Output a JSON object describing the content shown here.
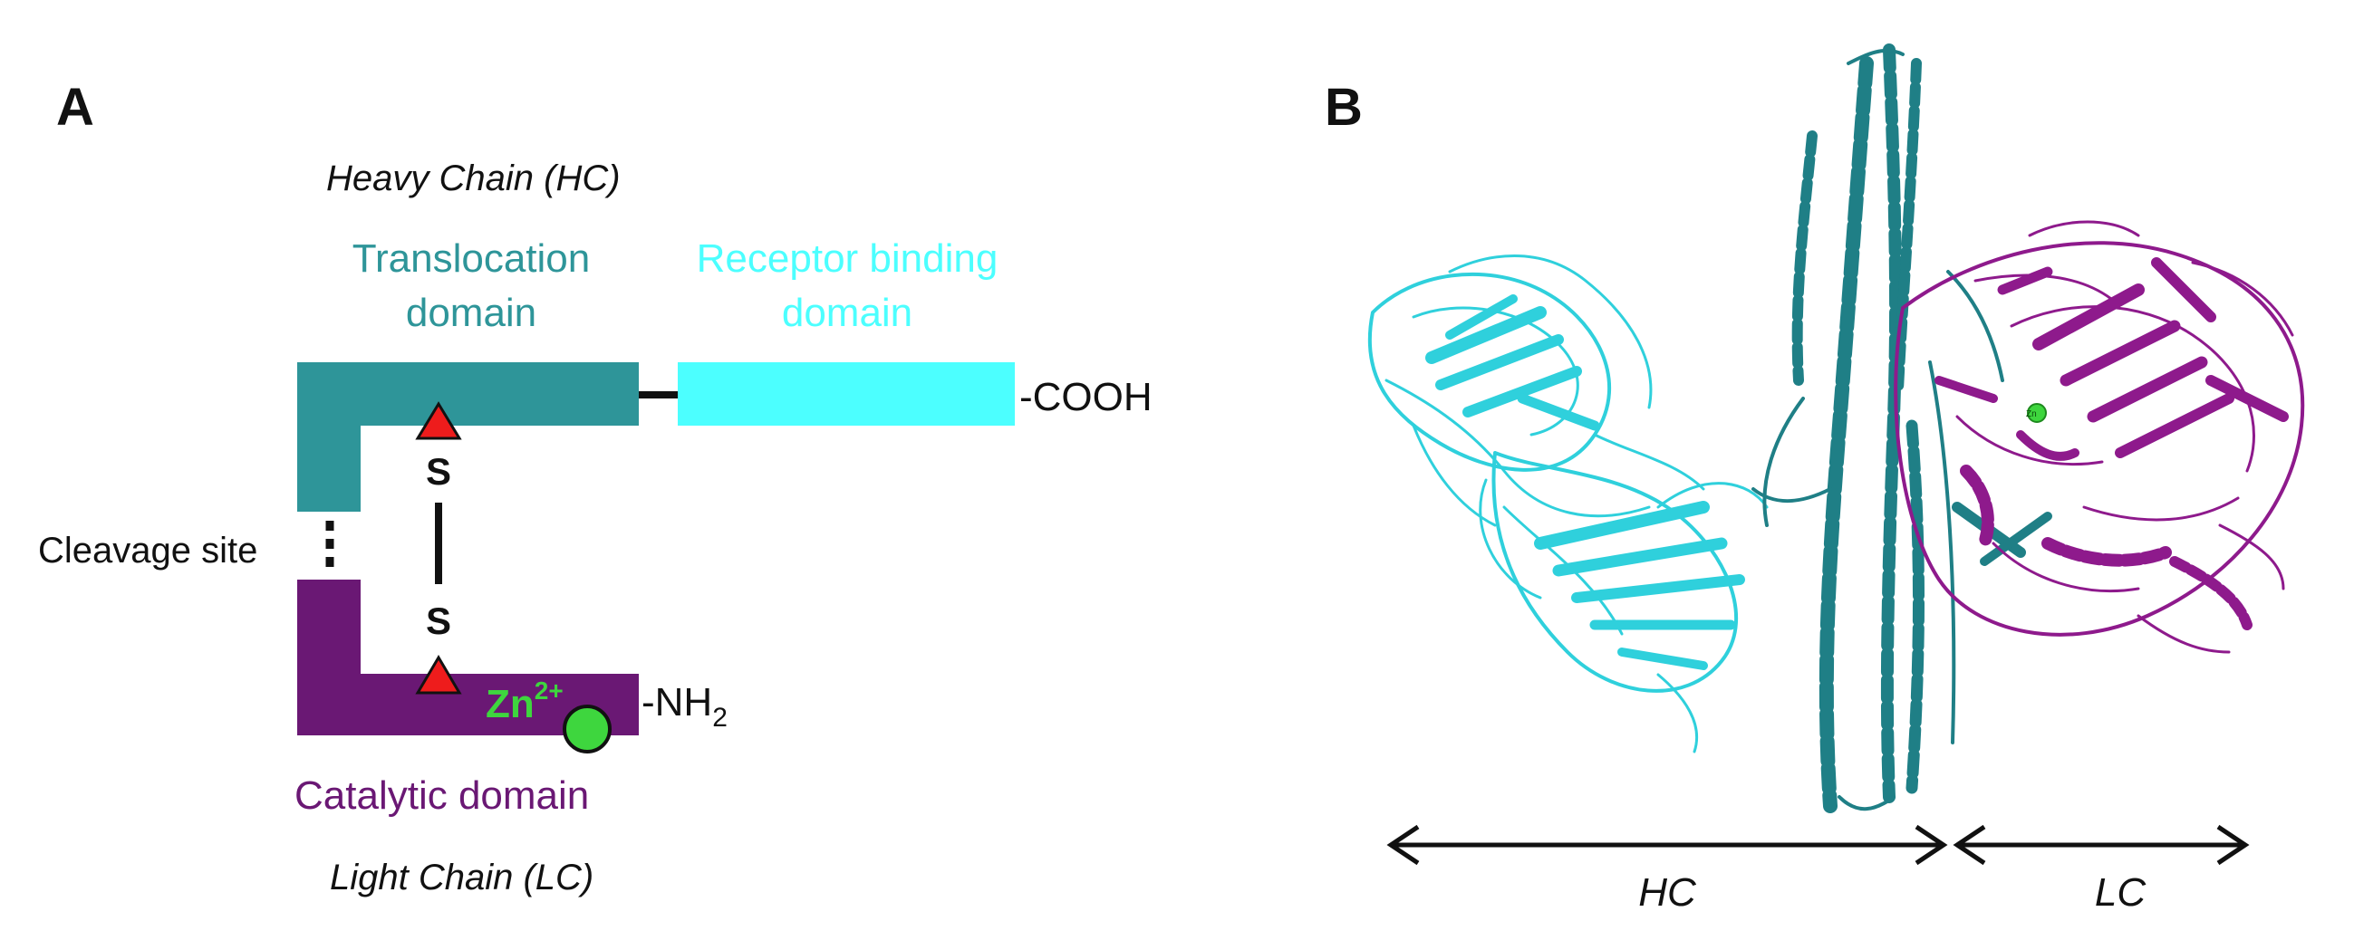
{
  "colors": {
    "translocation": "#2e9599",
    "receptor": "#4cffff",
    "catalytic": "#6a1874",
    "disulfide_marker": "#ee1c1c",
    "zinc": "#3ed63e",
    "hc_ribbon_dark": "#1f7f86",
    "hc_ribbon_light": "#2fd0dc",
    "lc_ribbon": "#8e1a8c",
    "text": "#111111"
  },
  "panel_a": {
    "label": "A",
    "heavy_chain_title": "Heavy Chain (HC)",
    "translocation_line1": "Translocation",
    "translocation_line2": "domain",
    "receptor_line1": "Receptor binding",
    "receptor_line2": "domain",
    "cooh": "-COOH",
    "cleavage": "Cleavage site",
    "sulfur_top": "S",
    "sulfur_bottom": "S",
    "zinc_base": "Zn",
    "zinc_sup": "2+",
    "nh2_base": "-NH",
    "nh2_sub": "2",
    "catalytic": "Catalytic domain",
    "light_chain_title": "Light Chain (LC)"
  },
  "panel_b": {
    "label": "B",
    "zn_tag": "Zn",
    "hc_label": "HC",
    "lc_label": "LC"
  }
}
